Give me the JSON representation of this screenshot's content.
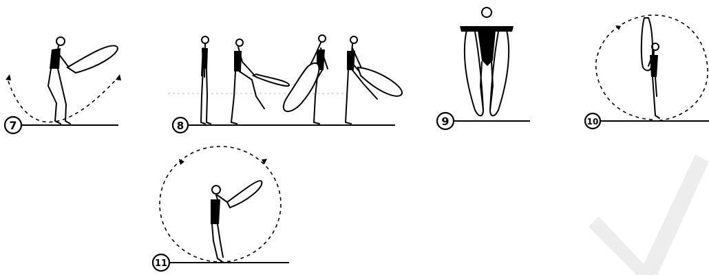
{
  "figures": [
    {
      "id": "7",
      "label": "7"
    },
    {
      "id": "8",
      "label": "8"
    },
    {
      "id": "9",
      "label": "9"
    },
    {
      "id": "10",
      "label": "10"
    },
    {
      "id": "11",
      "label": "11"
    }
  ],
  "icons": {
    "gymnast": "gymnast-figure-icon",
    "ribbon": "ribbon-loop-icon",
    "trajectory": "dashed-arc-icon",
    "watermark": "watermark-stroke"
  },
  "colors": {
    "ink": "#000000",
    "paper": "#ffffff",
    "watermark": "#ededed"
  }
}
